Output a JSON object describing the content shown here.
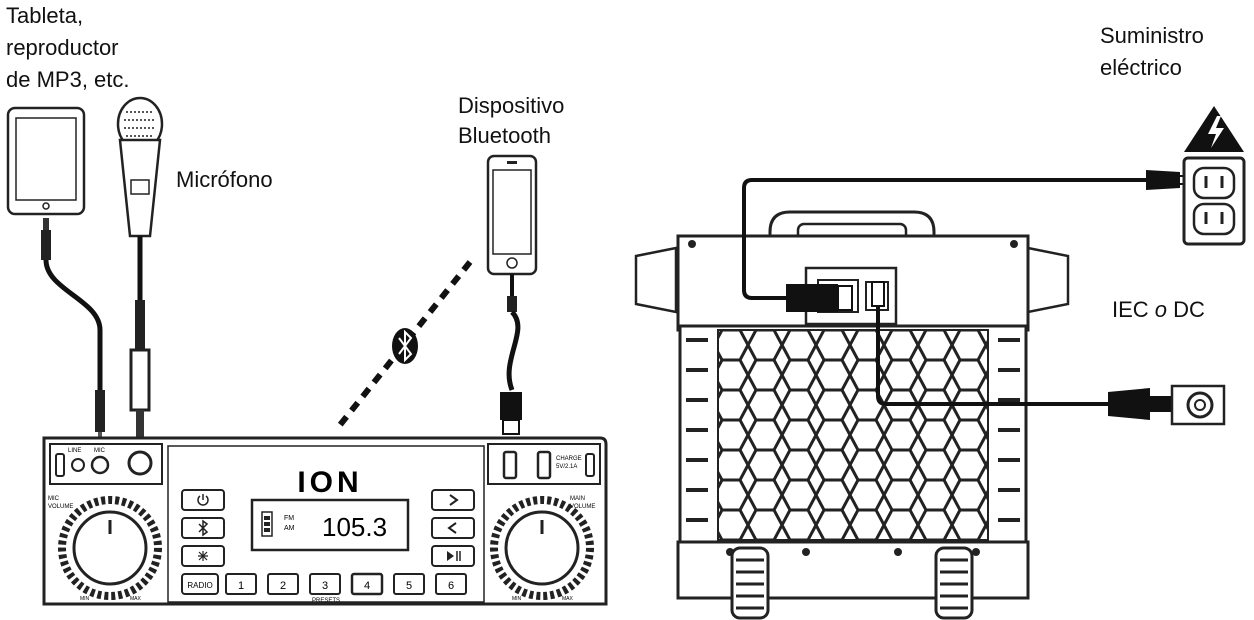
{
  "labels": {
    "tablet_line1": "Tableta,",
    "tablet_line2": "reproductor",
    "tablet_line3": "de MP3, etc.",
    "microphone": "Micrófono",
    "bluetooth_line1": "Dispositivo",
    "bluetooth_line2": "Bluetooth",
    "power_line1": "Suministro",
    "power_line2": "eléctrico",
    "iec_prefix": "IEC ",
    "iec_or": "o",
    "iec_suffix": " DC"
  },
  "front_panel": {
    "brand": "ION",
    "display_frequency": "105.3",
    "display_fm": "FM",
    "display_am": "AM",
    "preset_buttons": [
      "1",
      "2",
      "3",
      "4",
      "5",
      "6"
    ],
    "radio_button": "RADIO",
    "presets_caption": "PRESETS",
    "mic_volume_line1": "MIC",
    "mic_volume_line2": "VOLUME",
    "main_volume_line1": "MAIN",
    "main_volume_line2": "VOLUME",
    "line_in_label": "LINE",
    "mic_in_label": "MIC",
    "charge_label_line1": "CHARGE",
    "charge_label_line2": "5V/2.1A",
    "knob_min": "MIN",
    "knob_max": "MAX"
  },
  "icons": {
    "tablet": "tablet-icon",
    "microphone": "microphone-icon",
    "smartphone": "smartphone-icon",
    "bluetooth": "bluetooth-icon",
    "hazard": "high-voltage-warning-icon",
    "outlet": "wall-outlet-icon",
    "dc_socket": "dc-socket-icon"
  }
}
